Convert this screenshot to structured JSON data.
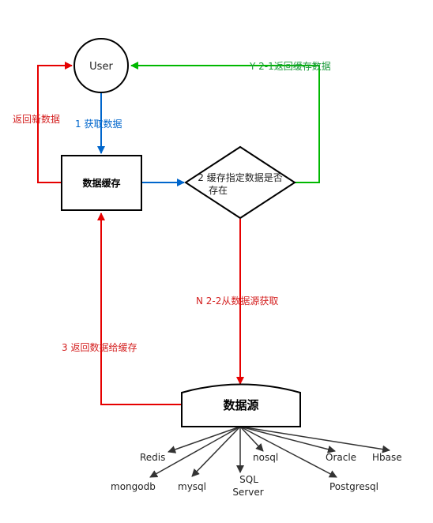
{
  "nodes": {
    "user": "User",
    "cache": "数据缓存",
    "decision_line1": "2 缓存指定数据是否",
    "decision_line2": "存在",
    "source": "数据源"
  },
  "edges": {
    "fetch": "1 获取数据",
    "return_new": "返回新数据",
    "hit": "Y 2-1返回缓存数据",
    "miss": "N 2-2从数据源获取",
    "writeback": "3 返回数据给缓存"
  },
  "sources": {
    "redis": "Redis",
    "mongodb": "mongodb",
    "mysql": "mysql",
    "sql_server_line1": "SQL",
    "sql_server_line2": "Server",
    "nosql": "nosql",
    "oracle": "Oracle",
    "postgresql": "Postgresql",
    "hbase": "Hbase"
  },
  "colors": {
    "blue": "#0066cc",
    "red": "#e60000",
    "green": "#00b800",
    "dark": "#333333",
    "text_red": "#d42020",
    "text_green": "#1a9a3a"
  }
}
